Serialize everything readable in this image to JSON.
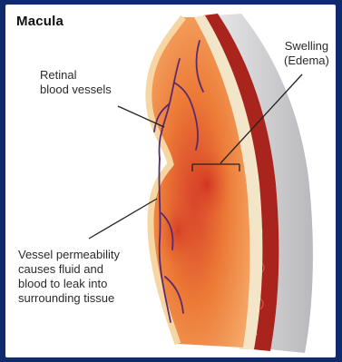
{
  "diagram": {
    "title": "Macula",
    "labels": {
      "retinal_vessels": [
        "Retinal",
        "blood vessels"
      ],
      "swelling": [
        "Swelling",
        "(Edema)"
      ],
      "permeability": [
        "Vessel permeability",
        "causes fluid and",
        "blood to leak into",
        "surrounding tissue"
      ]
    }
  },
  "colors": {
    "frame": "#102a6e",
    "tissue_orange": "#f08a3c",
    "tissue_red": "#d8402a",
    "membrane": "#f3e6c8",
    "vessel_layer": "#a8241c",
    "sclera_gray": "#c9c9cc"
  }
}
